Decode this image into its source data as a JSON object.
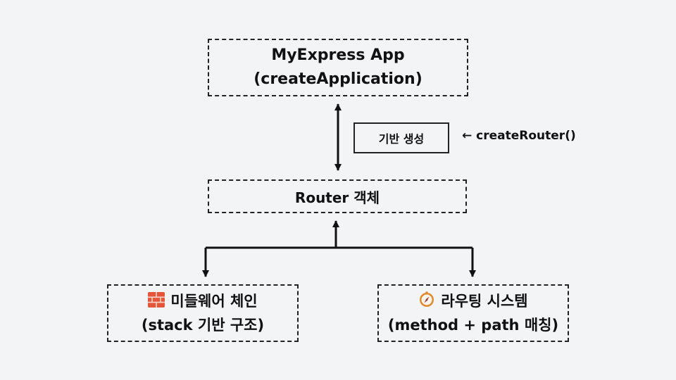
{
  "app_box": {
    "line1": "MyExpress App",
    "line2": "(createApplication)"
  },
  "base_box": {
    "label": "기반 생성"
  },
  "create_router_note": "← createRouter()",
  "router_box": {
    "label": "Router 객체"
  },
  "middleware_box": {
    "icon": "brick-icon",
    "line1": "미들웨어 체인",
    "line2": "(stack 기반 구조)"
  },
  "routing_box": {
    "icon": "compass-icon",
    "line1": "라우팅 시스템",
    "line2": "(method + path 매칭)"
  },
  "colors": {
    "background": "#f3f4f6",
    "stroke": "#111111",
    "brick": "#e4553a",
    "compass": "#e08a2e"
  }
}
